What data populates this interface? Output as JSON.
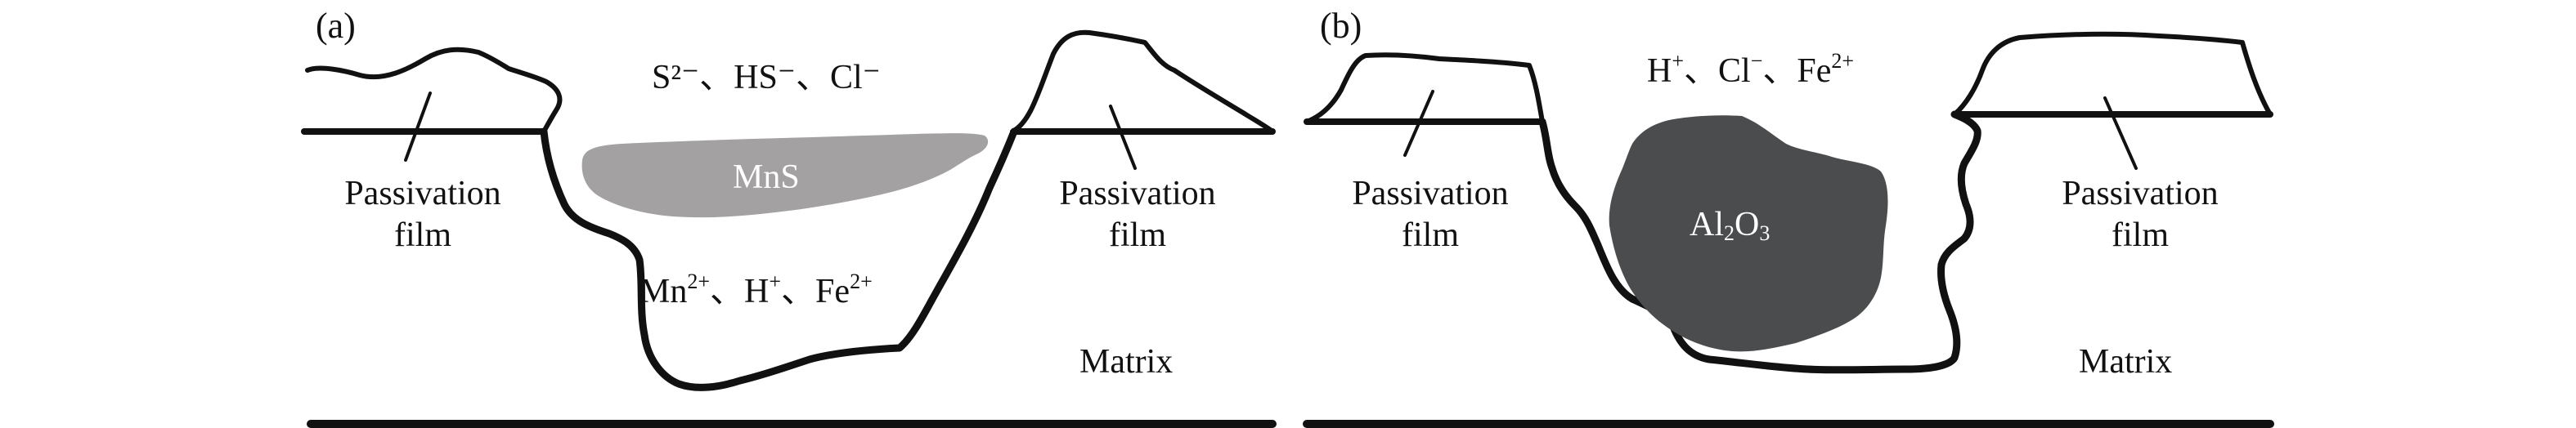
{
  "panels": [
    {
      "label": "(a)",
      "ions_top": "S²⁻、HS⁻、Cl⁻",
      "ions_bottom": {
        "mn": "Mn",
        "mn_charge": "2+",
        "sep1": "、H",
        "h_charge": "+",
        "sep2": "、Fe",
        "fe_charge": "2+"
      },
      "inclusion": "MnS",
      "film_left": {
        "line1": "Passivation",
        "line2": "film"
      },
      "film_right": {
        "line1": "Passivation",
        "line2": "film"
      },
      "matrix": "Matrix",
      "colors": {
        "inclusion_fill": "#a3a1a2"
      }
    },
    {
      "label": "(b)",
      "ions_top": {
        "h": "H",
        "h_charge": "+",
        "sep1": "、Cl",
        "cl_charge": "−",
        "sep2": "、Fe",
        "fe_charge": "2+"
      },
      "inclusion": {
        "al": "Al",
        "al_sub": "2",
        "o": "O",
        "o_sub": "3"
      },
      "film_left": {
        "line1": "Passivation",
        "line2": "film"
      },
      "film_right": {
        "line1": "Passivation",
        "line2": "film"
      },
      "matrix": "Matrix",
      "colors": {
        "inclusion_fill": "#4a4c4e"
      }
    }
  ]
}
